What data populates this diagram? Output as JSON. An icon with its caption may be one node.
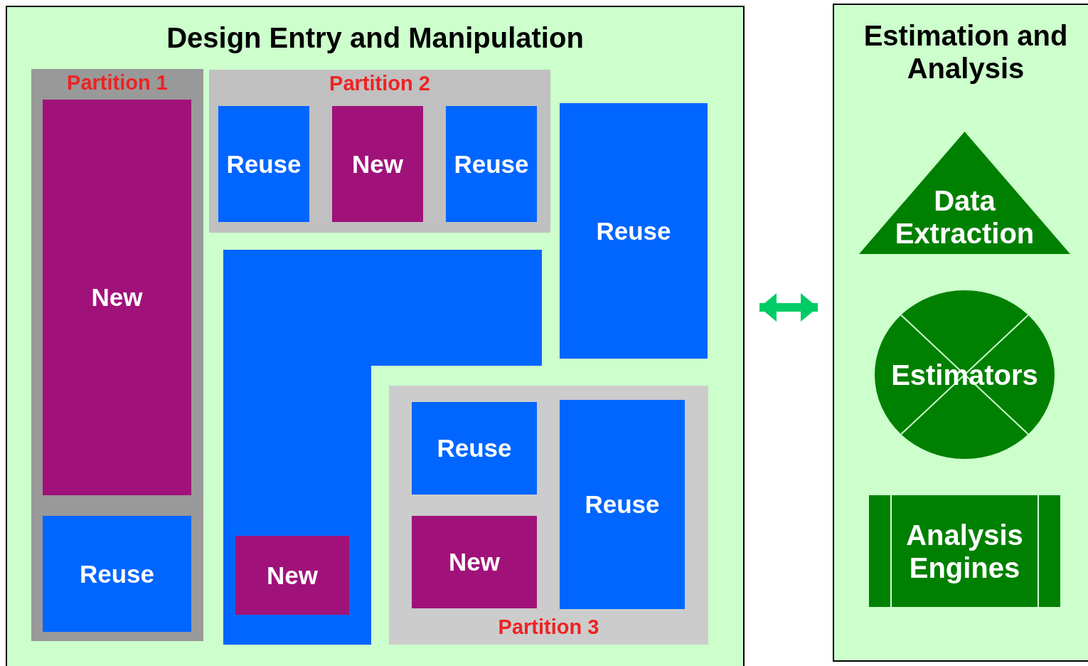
{
  "diagram": {
    "nodes": [
      {
        "text": [
          "Design Entry and Manipulation"
        ]
      },
      {
        "text": [
          "Partition 1"
        ],
        "in": 0
      },
      {
        "text": [
          "New"
        ],
        "in": 1
      },
      {
        "text": [
          "Reuse"
        ],
        "in": 1
      },
      {
        "text": [
          "Partition 2"
        ],
        "in": 0
      },
      {
        "text": [
          "Reuse"
        ],
        "in": 4
      },
      {
        "text": [
          "New"
        ],
        "in": 4
      },
      {
        "text": [
          "Reuse"
        ],
        "in": 4
      },
      {
        "text": [
          "Reuse"
        ],
        "in": 0
      },
      {
        "text": [],
        "shape": "box",
        "in": 0
      },
      {
        "text": [
          "New"
        ],
        "in": 9
      },
      {
        "text": [
          "Partition 3"
        ],
        "in": 0
      },
      {
        "text": [
          "Reuse"
        ],
        "in": 11
      },
      {
        "text": [
          "New"
        ],
        "in": 11
      },
      {
        "text": [
          "Reuse"
        ],
        "in": 11
      },
      {
        "text": [
          "Estimation and Analysis"
        ]
      },
      {
        "text": [
          "Data Extraction"
        ],
        "in": 15
      },
      {
        "text": [
          "Estimators"
        ],
        "in": 15
      },
      {
        "text": [
          "Analysis Engines"
        ],
        "in": 15
      }
    ],
    "edges": [
      {
        "from": 0,
        "to": 15,
        "arrow": "both",
        "color": "#00cc66"
      }
    ]
  }
}
